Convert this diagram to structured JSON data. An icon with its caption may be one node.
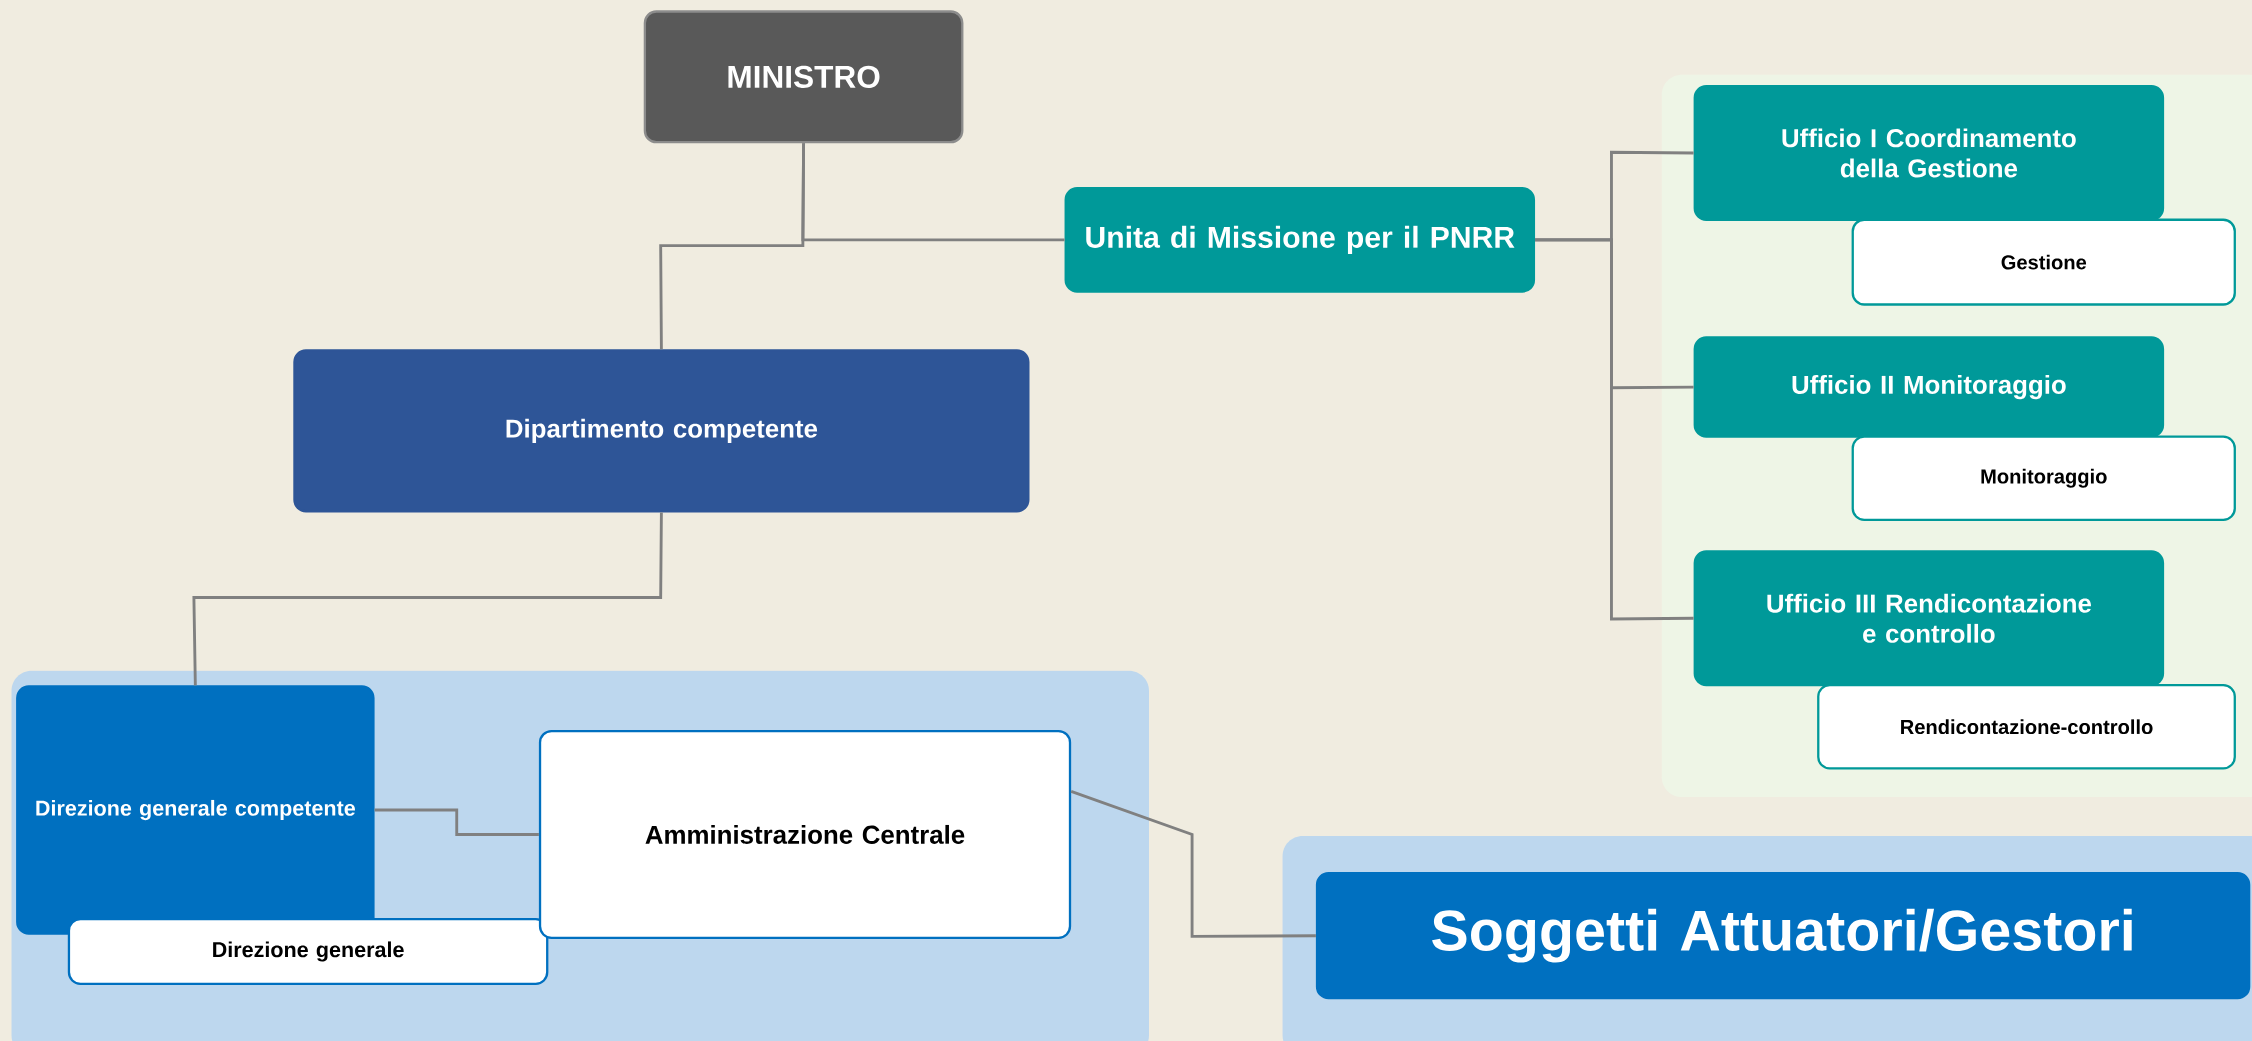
{
  "diagram": {
    "nodes": [
      {
        "text": [
          "MINISTRO"
        ]
      },
      {
        "text": [
          "Unita di Missione per il PNRR"
        ]
      },
      {
        "text": [
          "Ufficio I Coordinamento della Gestione"
        ]
      },
      {
        "text": [
          "Gestione"
        ]
      },
      {
        "text": [
          "Ufficio II Monitoraggio"
        ]
      },
      {
        "text": [
          "Monitoraggio"
        ]
      },
      {
        "text": [
          "Ufficio III Rendicontazione e controllo"
        ]
      },
      {
        "text": [
          "Rendicontazione-controllo"
        ]
      },
      {
        "text": [
          "Dipartimento competente"
        ]
      },
      {
        "text": [
          "Direzione generale competente"
        ]
      },
      {
        "text": [
          "Direzione generale"
        ]
      },
      {
        "text": [
          "Amministrazione Centrale"
        ]
      },
      {
        "text": [
          "Soggetti Attuatori/Gestori"
        ]
      }
    ],
    "edges": [
      {
        "from": 0,
        "to": 1,
        "arrow": "none"
      },
      {
        "from": 0,
        "to": 8,
        "arrow": "none"
      },
      {
        "from": 1,
        "to": 2,
        "arrow": "none"
      },
      {
        "from": 1,
        "to": 4,
        "arrow": "none"
      },
      {
        "from": 1,
        "to": 6,
        "arrow": "none"
      },
      {
        "from": 8,
        "to": 9,
        "arrow": "none"
      },
      {
        "from": 9,
        "to": 11,
        "arrow": "none"
      },
      {
        "from": 11,
        "to": 12,
        "arrow": "none"
      }
    ]
  }
}
